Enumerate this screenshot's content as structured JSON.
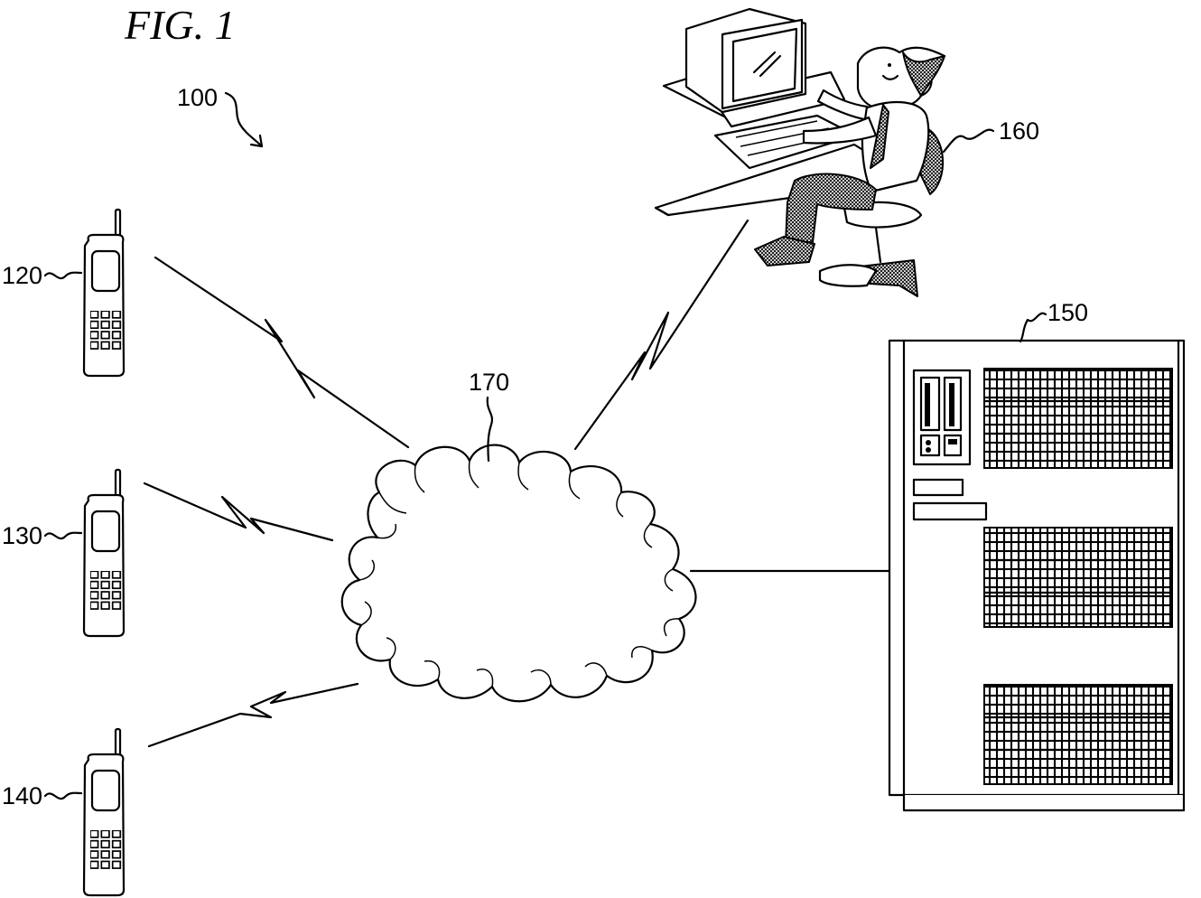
{
  "figure": {
    "title": "FIG. 1"
  },
  "refs": {
    "system": "100",
    "phone_1": "120",
    "phone_2": "130",
    "phone_3": "140",
    "server": "150",
    "workstation": "160",
    "network": "170"
  }
}
